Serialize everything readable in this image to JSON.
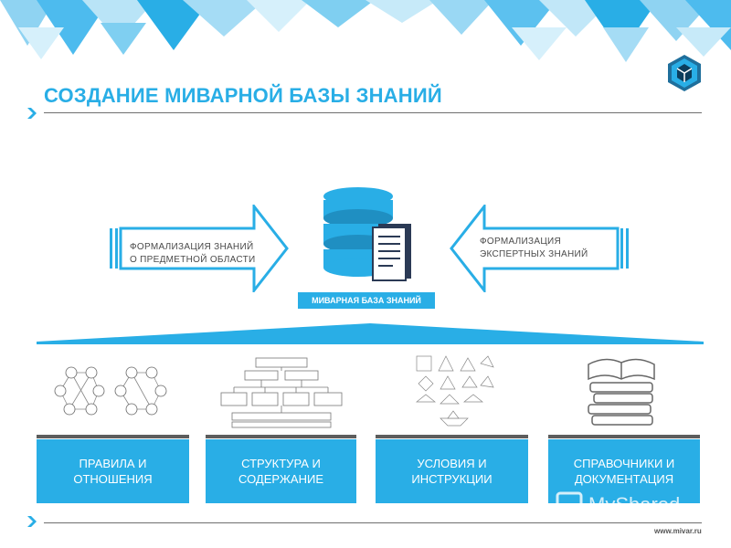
{
  "title": "СОЗДАНИЕ МИВАРНОЙ БАЗЫ ЗНАНИЙ",
  "arrows": {
    "left_line1": "ФОРМАЛИЗАЦИЯ ЗНАНИЙ",
    "left_line2": "О ПРЕДМЕТНОЙ ОБЛАСТИ",
    "right_line1": "ФОРМАЛИЗАЦИЯ",
    "right_line2": "ЭКСПЕРТНЫХ ЗНАНИЙ"
  },
  "db_label": "МИВАРНАЯ БАЗА ЗНАНИЙ",
  "cards": {
    "rules_1": "ПРАВИЛА И",
    "rules_2": "ОТНОШЕНИЯ",
    "structure_1": "СТРУКТУРА И",
    "structure_2": "СОДЕРЖАНИЕ",
    "conditions_1": "УСЛОВИЯ И",
    "conditions_2": "ИНСТРУКЦИИ",
    "refs_1": "СПРАВОЧНИКИ И",
    "refs_2": "ДОКУМЕНТАЦИЯ"
  },
  "footer_url": "www.mivar.ru",
  "watermark": "MyShared",
  "colors": {
    "accent": "#29aee6",
    "dark": "#5d5d5d",
    "text": "#4a4a4a"
  },
  "icons": [
    "mivar-logo-icon",
    "database-icon",
    "document-icon",
    "books-icon",
    "chevron-right-icon"
  ]
}
